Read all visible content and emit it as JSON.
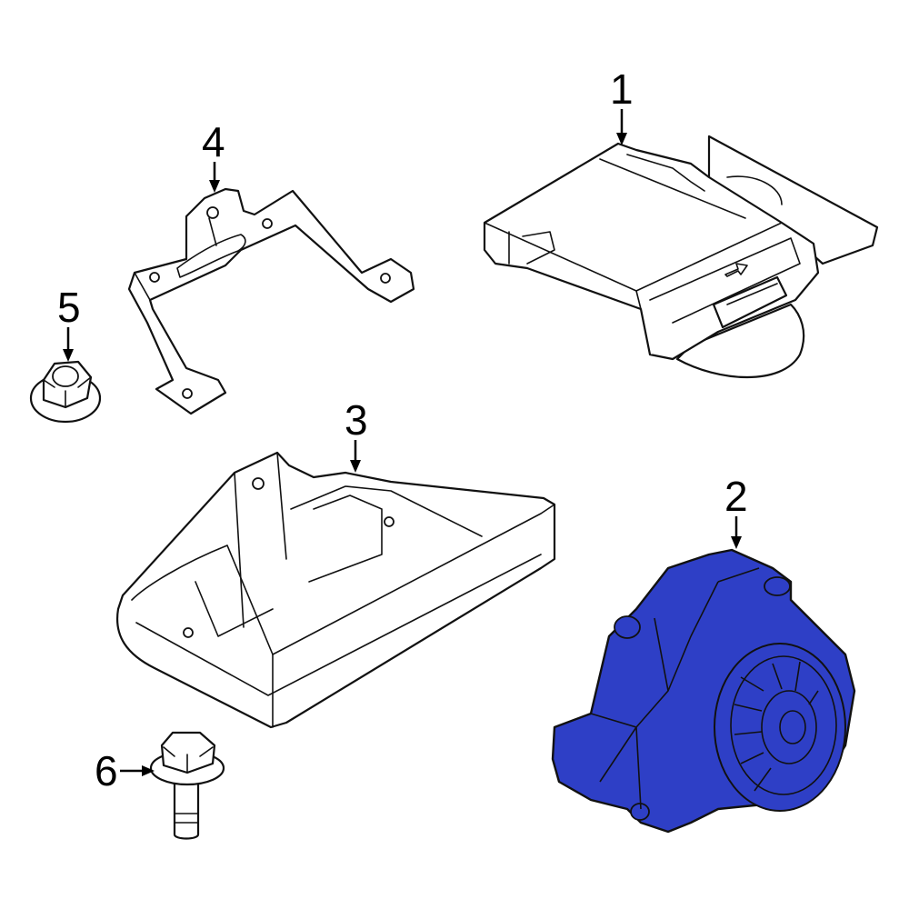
{
  "highlight_color": "#2e3fc6",
  "outline_color": "#111111",
  "callouts": [
    {
      "number": "1",
      "part": "control-module"
    },
    {
      "number": "2",
      "part": "alarm-siren"
    },
    {
      "number": "3",
      "part": "mounting-tray"
    },
    {
      "number": "4",
      "part": "bracket"
    },
    {
      "number": "5",
      "part": "nut"
    },
    {
      "number": "6",
      "part": "bolt"
    }
  ]
}
